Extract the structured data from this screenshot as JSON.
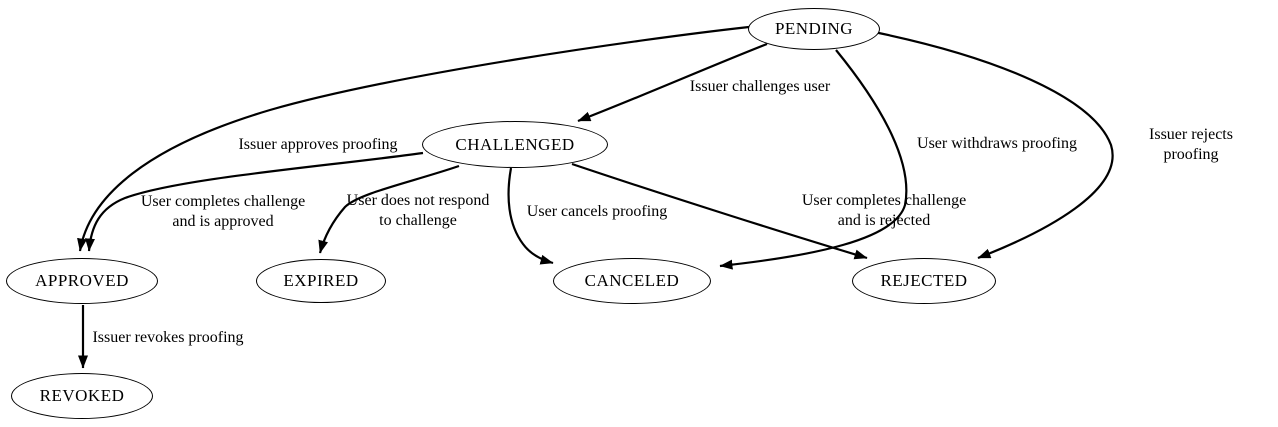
{
  "diagram": {
    "type": "state-transition-diagram",
    "background_color": "#ffffff",
    "stroke_color": "#000000",
    "nodes": [
      {
        "id": "pending",
        "label": "PENDING"
      },
      {
        "id": "challenged",
        "label": "CHALLENGED"
      },
      {
        "id": "approved",
        "label": "APPROVED"
      },
      {
        "id": "expired",
        "label": "EXPIRED"
      },
      {
        "id": "canceled",
        "label": "CANCELED"
      },
      {
        "id": "rejected",
        "label": "REJECTED"
      },
      {
        "id": "revoked",
        "label": "REVOKED"
      }
    ],
    "edges": [
      {
        "from": "pending",
        "to": "challenged",
        "label": "Issuer challenges user"
      },
      {
        "from": "pending",
        "to": "approved",
        "label": "Issuer approves proofing"
      },
      {
        "from": "pending",
        "to": "canceled",
        "label": "User withdraws proofing"
      },
      {
        "from": "pending",
        "to": "rejected",
        "label": "Issuer rejects proofing"
      },
      {
        "from": "challenged",
        "to": "approved",
        "label": "User completes challenge\nand is approved"
      },
      {
        "from": "challenged",
        "to": "expired",
        "label": "User does not respond\nto challenge"
      },
      {
        "from": "challenged",
        "to": "canceled",
        "label": "User cancels proofing"
      },
      {
        "from": "challenged",
        "to": "rejected",
        "label": "User completes challenge\nand is rejected"
      },
      {
        "from": "approved",
        "to": "revoked",
        "label": "Issuer revokes proofing"
      }
    ]
  }
}
